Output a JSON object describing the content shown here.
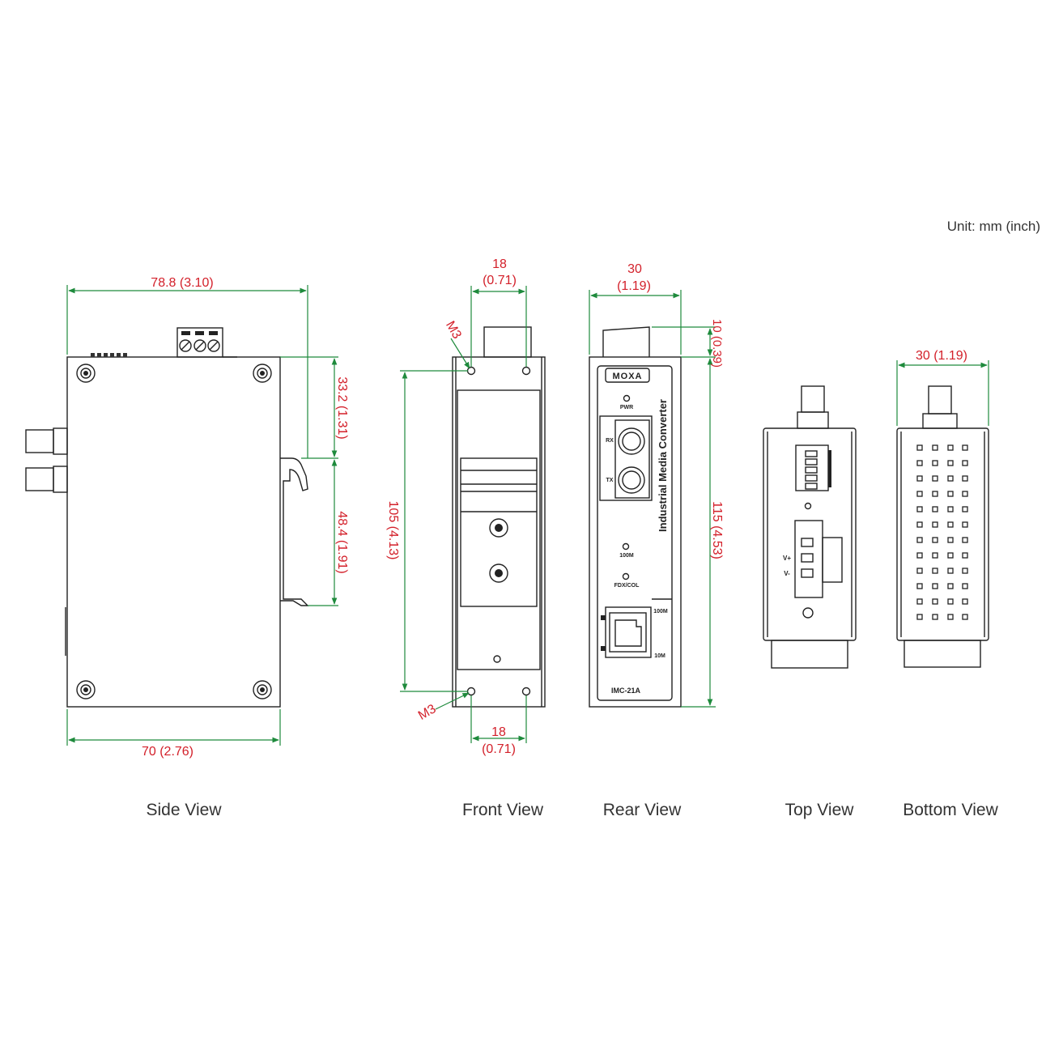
{
  "unit_label": "Unit: mm (inch)",
  "views": {
    "side": "Side View",
    "front": "Front View",
    "rear": "Rear View",
    "top": "Top View",
    "bottom": "Bottom View"
  },
  "dimensions": {
    "side_width_top": "78.8 (3.10)",
    "side_width_bottom": "70 (2.76)",
    "side_upper_height": "33.2 (1.31)",
    "side_lower_height": "48.4 (1.91)",
    "front_top_value": "18",
    "front_top_inch": "(0.71)",
    "front_bottom_value": "18",
    "front_bottom_inch": "(0.71)",
    "front_height": "105 (4.13)",
    "front_screw_top": "M3",
    "front_screw_bottom": "M3",
    "rear_width_value": "30",
    "rear_width_inch": "(1.19)",
    "rear_top_height": "10 (0.39)",
    "rear_height": "115 (4.53)",
    "bottom_width": "30 (1.19)"
  },
  "rear_panel": {
    "brand": "MOXA",
    "product_name": "Industrial Media Converter",
    "model": "IMC-21A",
    "pwr": "PWR",
    "rx": "RX",
    "tx": "TX",
    "led_100m": "100M",
    "led_fdx": "FDX/COL",
    "port_100m": "100M",
    "port_10m": "10M"
  },
  "top_panel": {
    "v_plus": "V+",
    "v_minus": "V-"
  },
  "colors": {
    "dimension_text": "#d3202a",
    "dimension_line": "#1e8a3c",
    "outline": "#222222"
  }
}
